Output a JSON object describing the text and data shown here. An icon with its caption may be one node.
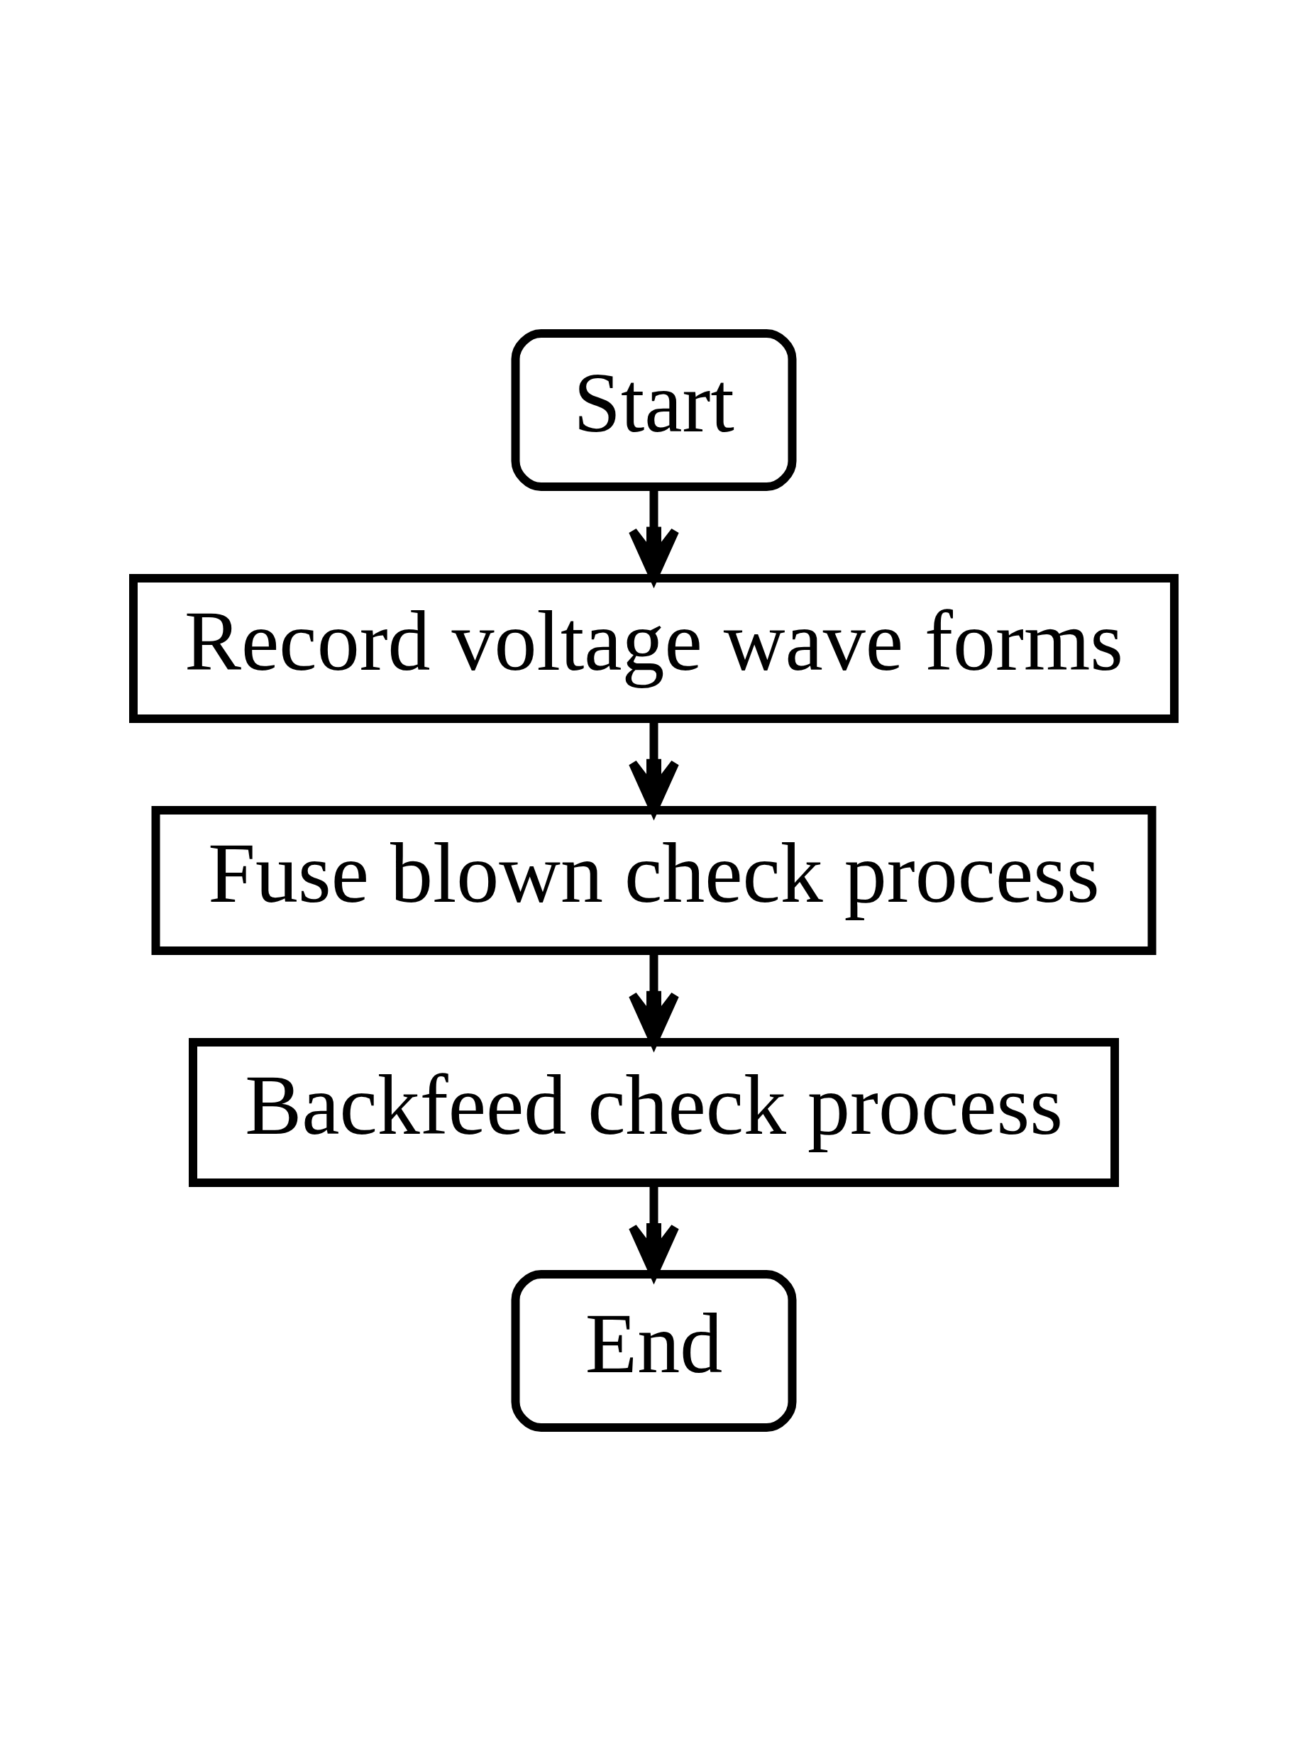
{
  "diagram": {
    "nodes": [
      {
        "text": [
          "Start"
        ]
      },
      {
        "text": [
          "Record voltage wave forms"
        ]
      },
      {
        "text": [
          "Fuse blown check process"
        ]
      },
      {
        "text": [
          "Backfeed check process"
        ]
      },
      {
        "text": [
          "End"
        ]
      }
    ],
    "edges": [
      {
        "from": 0,
        "to": 1,
        "arrow": "to"
      },
      {
        "from": 1,
        "to": 2,
        "arrow": "to"
      },
      {
        "from": 2,
        "to": 3,
        "arrow": "to"
      },
      {
        "from": 3,
        "to": 4,
        "arrow": "to"
      }
    ]
  }
}
